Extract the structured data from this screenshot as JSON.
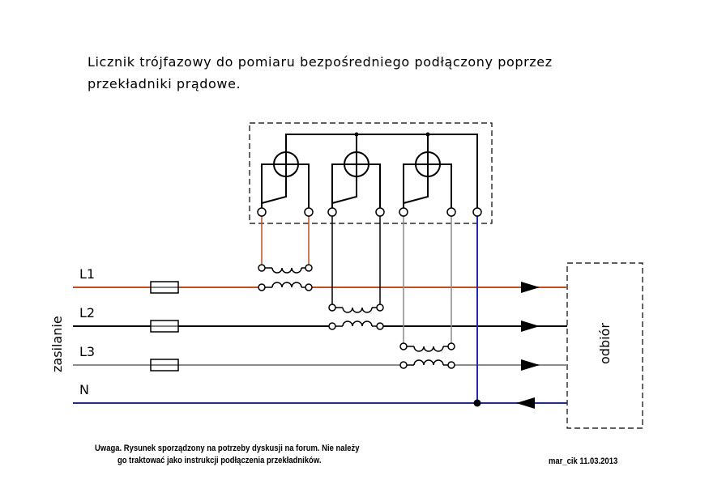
{
  "title": {
    "line1": "Licznik trójfazowy do pomiaru bezpośredniego podłączony poprzez",
    "line2": "przekładniki prądowe."
  },
  "labels": {
    "supply": "zasilanie",
    "load": "odbiór",
    "l1": "L1",
    "l2": "L2",
    "l3": "L3",
    "n": "N"
  },
  "note": {
    "line1": "Uwaga. Rysunek sporządzony na potrzeby dyskusji na forum. Nie należy",
    "line2": "go traktować jako instrukcji podłączenia przekładników."
  },
  "signature": "mar_cik 11.03.2013",
  "colors": {
    "l1": "#c0501e",
    "l2": "#000000",
    "l3": "#8c8c8c",
    "n": "#1e28b4"
  }
}
